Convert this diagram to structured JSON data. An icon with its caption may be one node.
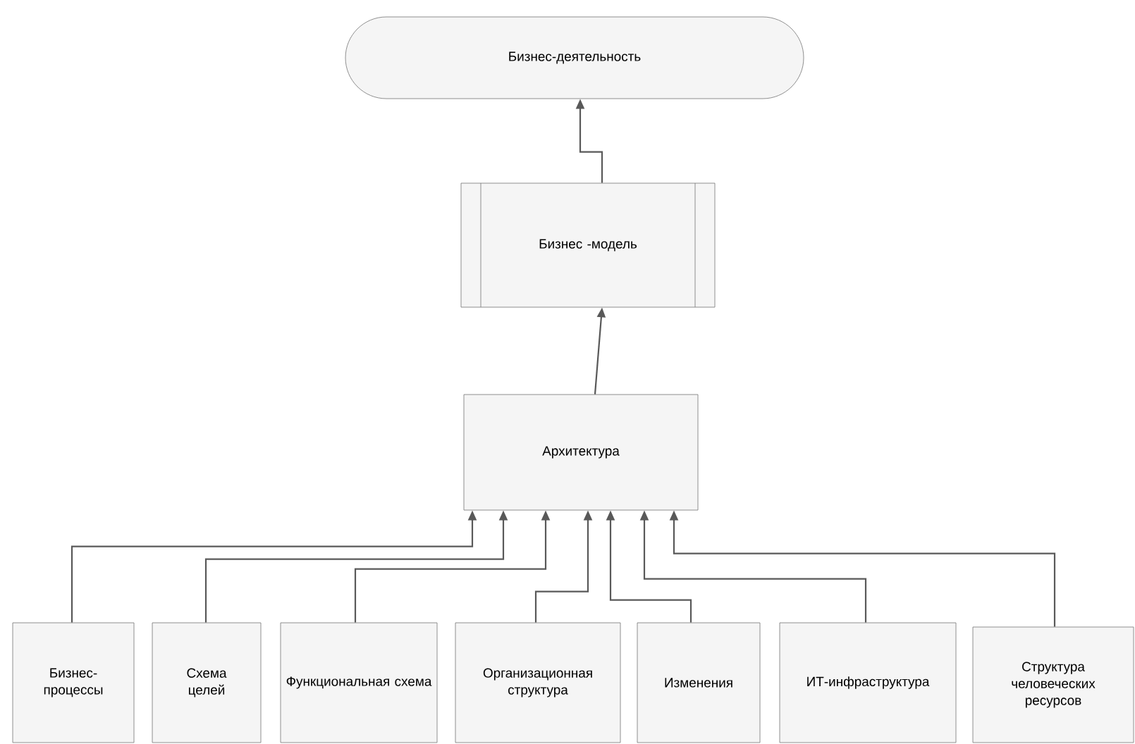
{
  "diagram": {
    "nodes": [
      {
        "text": [
          "Бизнес-деятельность"
        ]
      },
      {
        "text": [
          "Бизнес -модель"
        ]
      },
      {
        "text": [
          "Архитектура"
        ]
      },
      {
        "text": [
          "Бизнес-процессы"
        ]
      },
      {
        "text": [
          "Схема целей"
        ]
      },
      {
        "text": [
          "Функциональная схема"
        ]
      },
      {
        "text": [
          "Организационная структура"
        ]
      },
      {
        "text": [
          "Изменения"
        ]
      },
      {
        "text": [
          "ИТ-инфраструктура"
        ]
      },
      {
        "text": [
          "Структура человеческих ресурсов"
        ]
      }
    ],
    "edges": [
      {
        "from": 1,
        "to": 0,
        "arrow": "to"
      },
      {
        "from": 2,
        "to": 1,
        "arrow": "to"
      },
      {
        "from": 3,
        "to": 2,
        "arrow": "to"
      },
      {
        "from": 4,
        "to": 2,
        "arrow": "to"
      },
      {
        "from": 5,
        "to": 2,
        "arrow": "to"
      },
      {
        "from": 6,
        "to": 2,
        "arrow": "to"
      },
      {
        "from": 7,
        "to": 2,
        "arrow": "to"
      },
      {
        "from": 8,
        "to": 2,
        "arrow": "to"
      },
      {
        "from": 9,
        "to": 2,
        "arrow": "to"
      }
    ]
  }
}
